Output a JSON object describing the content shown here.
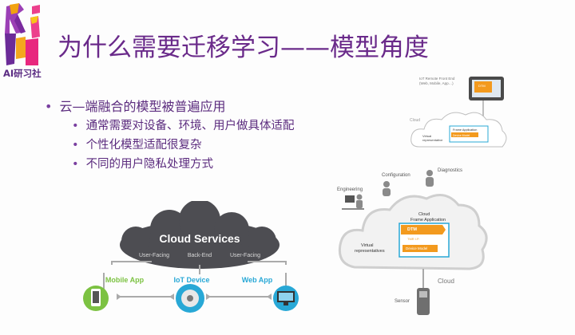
{
  "slide": {
    "title": "为什么需要迁移学习——模型角度",
    "logo_text": "AI研习社",
    "bullets": {
      "level1": "云—端融合的模型被普遍应用",
      "level2": [
        "通常需要对设备、环境、用户做具体适配",
        "个性化模型适配很复杂",
        "不同的用户隐私处理方式"
      ]
    }
  },
  "cloud_services_diagram": {
    "title": "Cloud Services",
    "tiers": [
      "User-Facing",
      "Back-End",
      "User-Facing"
    ],
    "devices": [
      {
        "label": "Mobile App",
        "color": "#7cc242",
        "icon": "phone-icon"
      },
      {
        "label": "IoT Device",
        "color": "#28a8d6",
        "icon": "disc-icon"
      },
      {
        "label": "Web App",
        "color": "#28a8d6",
        "icon": "monitor-icon"
      }
    ]
  },
  "iot_diagram_top": {
    "remote_box_line1": "IoT Remote Front End",
    "remote_box_line2": "(Web, Mobile, App…)",
    "screen_label": "DTM",
    "cloud_label": "Cloud",
    "virtual_label_1": "Virtual",
    "virtual_label_2": "representative",
    "app_label_1": "Frame Application",
    "app_label_2": "Device Model"
  },
  "iot_diagram_main": {
    "configuration": "Configuration",
    "diagnostics": "Diagnostics",
    "engineering": "Engineering",
    "cloud_app_1": "Cloud",
    "cloud_app_2": "Frame Application",
    "dtm": "DTM",
    "dtm_sub": "TMR I.P.",
    "device_model": "Device Model",
    "virtual_1": "Virtual",
    "virtual_2": "representatives",
    "cloud_label": "Cloud",
    "sensor_label": "Sensor",
    "accent": "#f39a1e"
  }
}
